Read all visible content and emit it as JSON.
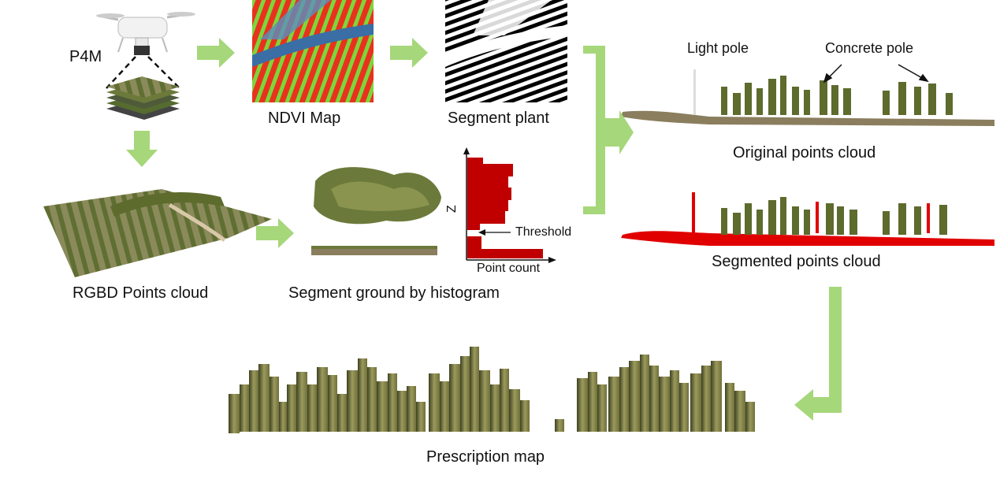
{
  "labels": {
    "drone": "P4M",
    "ndvi": "NDVI Map",
    "segment_plant": "Segment plant",
    "rgbd": "RGBD Points cloud",
    "segment_ground": "Segment ground by histogram",
    "original": "Original points cloud",
    "segmented": "Segmented points cloud",
    "prescription": "Prescription map",
    "light_pole": "Light pole",
    "concrete_pole": "Concrete pole"
  },
  "histogram": {
    "z_axis": "Z",
    "x_axis": "Point count",
    "threshold": "Threshold"
  },
  "colors": {
    "arrow": "#a6d77a",
    "hist_bar": "#c00000",
    "ndvi_red": "#e8321e",
    "ndvi_green": "#7dd63a",
    "vegetation": "#6f7a3a",
    "segmented_ground": "#e00000"
  }
}
